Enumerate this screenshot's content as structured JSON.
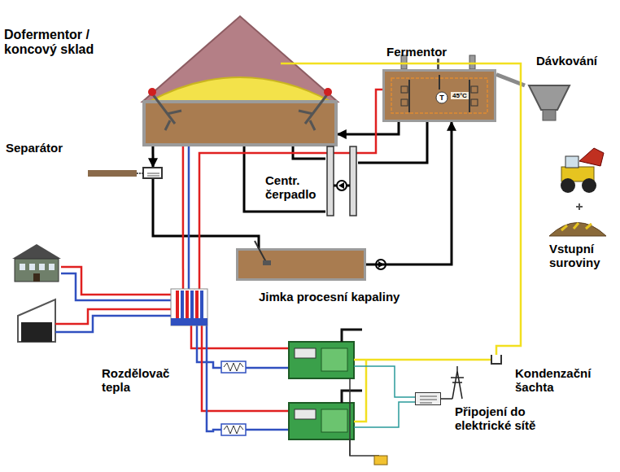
{
  "diagram": {
    "nodes": [
      {
        "text": [
          "Dofermentor / koncový sklad"
        ]
      },
      {
        "text": [
          "Fermentor",
          "45°C"
        ]
      },
      {
        "text": [
          "Dávkování"
        ]
      },
      {
        "text": [
          "Separátor"
        ]
      },
      {
        "text": [
          "Centr. čerpadlo"
        ]
      },
      {
        "text": [
          "Vstupní suroviny"
        ]
      },
      {
        "text": [
          "Jimka procesní kapaliny"
        ]
      },
      {
        "text": [
          "Rozdělovač tepla"
        ]
      },
      {
        "text": [
          "Kondenzační šachta"
        ]
      },
      {
        "text": [
          "Připojení do elektrické sítě"
        ]
      }
    ],
    "edges": [
      {
        "from": 0,
        "to": 3,
        "arrow": "to"
      },
      {
        "from": 3,
        "to": 6,
        "arrow": "none"
      },
      {
        "from": 6,
        "to": 1,
        "arrow": "to"
      },
      {
        "from": 1,
        "to": 0,
        "arrow": "to"
      },
      {
        "from": 0,
        "to": 4,
        "arrow": "none"
      },
      {
        "from": 4,
        "to": 1,
        "arrow": "none"
      },
      {
        "from": 4,
        "to": 0,
        "arrow": "none"
      },
      {
        "from": 2,
        "to": 1,
        "arrow": "none"
      },
      {
        "from": 7,
        "to": 0,
        "arrow": "none"
      },
      {
        "from": 7,
        "to": 0,
        "arrow": "none"
      },
      {
        "from": 7,
        "to": 1,
        "arrow": "none"
      },
      {
        "from": 0,
        "to": 8,
        "arrow": "none"
      }
    ],
    "labels": [
      "T"
    ]
  }
}
